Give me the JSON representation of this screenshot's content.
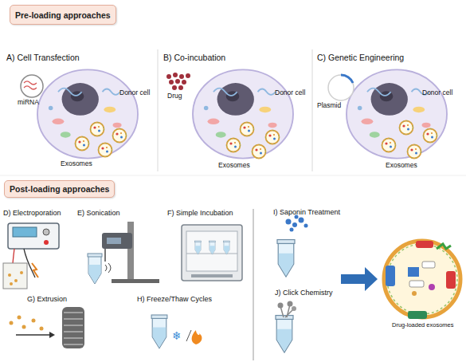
{
  "diagram": {
    "nodes": [
      {
        "text": [
          "Pre-loading approaches"
        ]
      },
      {
        "text": [
          "Post-loading approaches"
        ]
      }
    ],
    "labels": [
      "A) Cell Transfection",
      "B) Co-incubation",
      "C) Genetic Engineering",
      "miRNA",
      "Donor cell",
      "Exosomes",
      "Drug",
      "Donor cell",
      "Exosomes",
      "Plasmid",
      "Donor cell",
      "Exosomes",
      "D) Electroporation",
      "E) Sonication",
      "F) Simple Incubation",
      "I) Saponin Treatment",
      "G) Extrusion",
      "H) Freeze/Thaw Cycles",
      "J) Click Chemistry",
      "Drug-loaded exosomes"
    ]
  }
}
